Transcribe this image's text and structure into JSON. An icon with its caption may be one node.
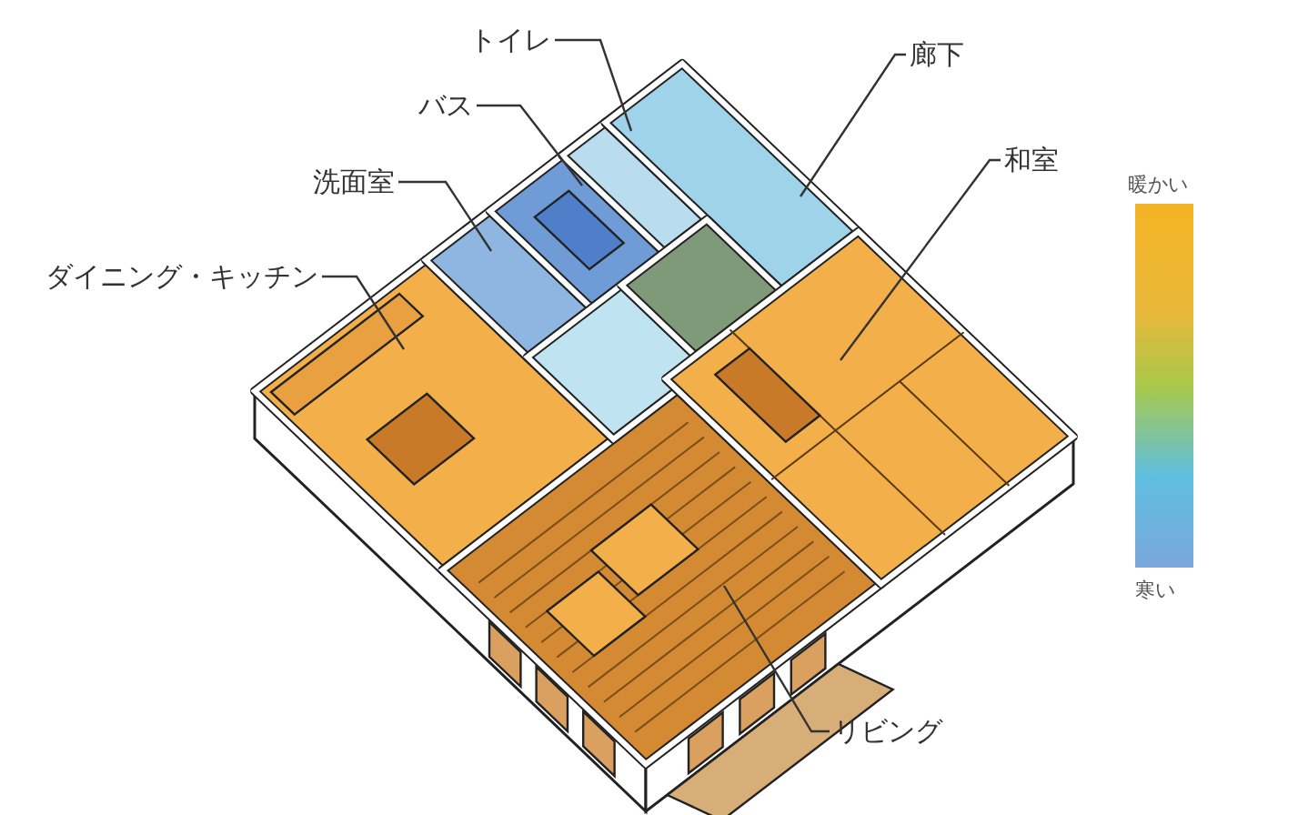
{
  "diagram": {
    "nodes": [
      {
        "text": [
          "トイレ"
        ]
      },
      {
        "text": [
          "廊下"
        ]
      },
      {
        "text": [
          "バス"
        ]
      },
      {
        "text": [
          "和室"
        ]
      },
      {
        "text": [
          "洗面室"
        ]
      },
      {
        "text": [
          "ダイニング・キッチン"
        ]
      },
      {
        "text": [
          "リビング"
        ]
      }
    ],
    "edges": [
      {
        "from": 0,
        "to": null,
        "arrow": "none"
      },
      {
        "from": 1,
        "to": null,
        "arrow": "none"
      },
      {
        "from": 2,
        "to": null,
        "arrow": "none"
      },
      {
        "from": 3,
        "to": null,
        "arrow": "none"
      },
      {
        "from": 4,
        "to": null,
        "arrow": "none"
      },
      {
        "from": 5,
        "to": null,
        "arrow": "none"
      },
      {
        "from": 6,
        "to": null,
        "arrow": "none"
      }
    ],
    "labels": [
      "暖かい",
      "寒い"
    ]
  }
}
